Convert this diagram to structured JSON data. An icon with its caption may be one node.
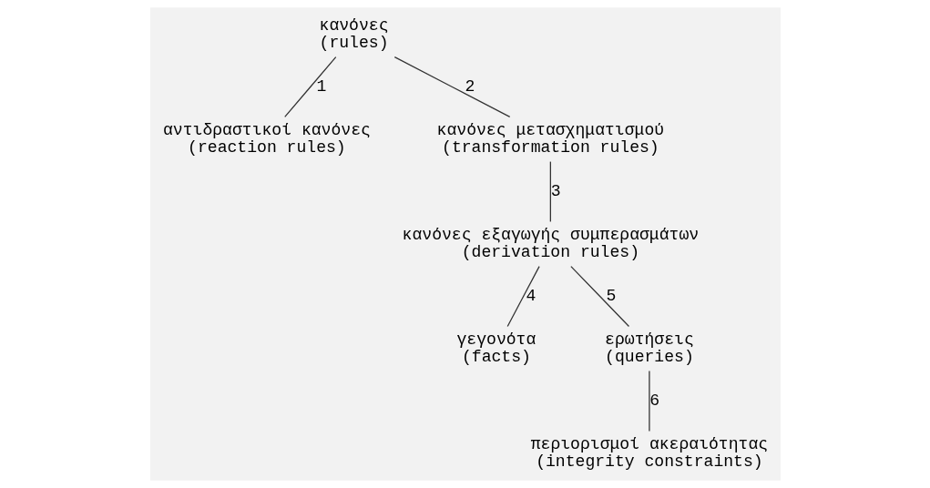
{
  "diagram": {
    "nodes": [
      {
        "text": [
          "κανόνες",
          "(rules)"
        ]
      },
      {
        "text": [
          "αντιδραστικοί κανόνες",
          "(reaction rules)"
        ]
      },
      {
        "text": [
          "κανόνες μετασχηματισμού",
          "(transformation rules)"
        ]
      },
      {
        "text": [
          "κανόνες εξαγωγής συμπερασμάτων",
          "(derivation rules)"
        ]
      },
      {
        "text": [
          "γεγονότα",
          "(facts)"
        ]
      },
      {
        "text": [
          "ερωτήσεις",
          "(queries)"
        ]
      },
      {
        "text": [
          "περιορισμοί ακεραιότητας",
          "(integrity constraints)"
        ]
      }
    ],
    "edges": [
      {
        "from": 0,
        "to": 1,
        "arrow": "none",
        "label": "1"
      },
      {
        "from": 0,
        "to": 2,
        "arrow": "none",
        "label": "2"
      },
      {
        "from": 2,
        "to": 3,
        "arrow": "none",
        "label": "3"
      },
      {
        "from": 3,
        "to": 4,
        "arrow": "none",
        "label": "4"
      },
      {
        "from": 3,
        "to": 5,
        "arrow": "none",
        "label": "5"
      },
      {
        "from": 5,
        "to": 6,
        "arrow": "none",
        "label": "6"
      }
    ]
  }
}
